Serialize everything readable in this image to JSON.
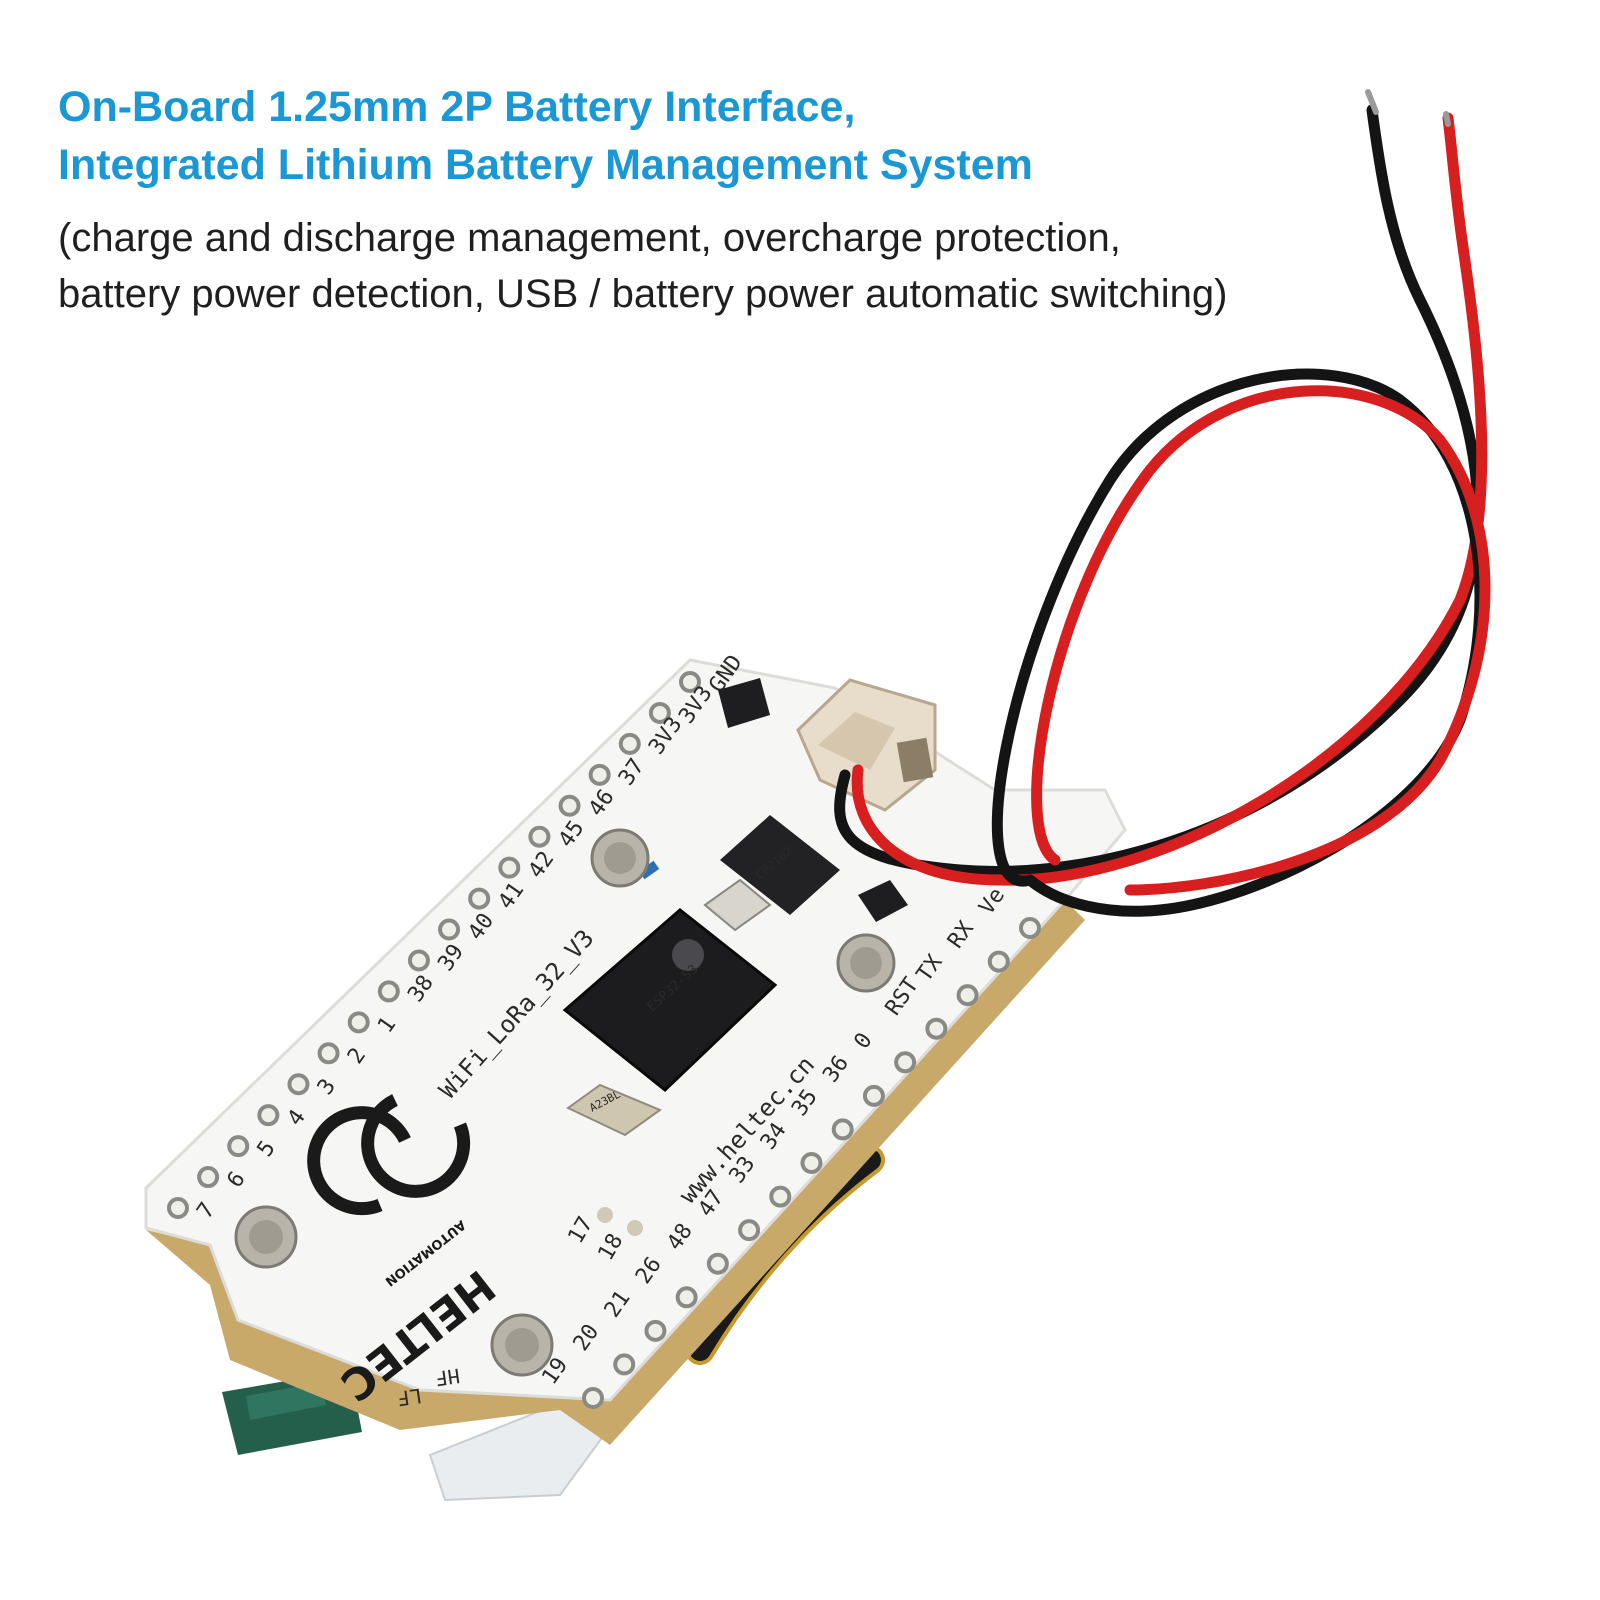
{
  "headline": {
    "line1": "On-Board 1.25mm 2P Battery Interface,",
    "line2": "Integrated Lithium Battery Management System"
  },
  "subtext": {
    "line1": "(charge and discharge management, overcharge protection,",
    "line2": "battery power detection, USB / battery power automatic switching)"
  },
  "board": {
    "model": "WiFi_LoRa_32_V3",
    "website": "www.heltec.cn",
    "brand": "HELTEC",
    "brand_sub": "AUTOMATION",
    "mcu_label": "ESP32-S3",
    "usb_chip_label": "CP2102",
    "crystal_label": "A23BL",
    "antenna_labels": [
      "LF",
      "HF"
    ],
    "left_pins": [
      "7",
      "6",
      "5",
      "4",
      "3",
      "2",
      "1",
      "38",
      "39",
      "40",
      "41",
      "42",
      "45",
      "46",
      "37",
      "3V3",
      "3V3",
      "GND"
    ],
    "right_pins": [
      "19",
      "20",
      "21",
      "26",
      "48",
      "47",
      "33",
      "34",
      "35",
      "36",
      "0",
      "RST",
      "TX",
      "RX",
      "Ve"
    ],
    "pad_labels": [
      "17",
      "18"
    ]
  },
  "colors": {
    "accent": "#1a98d5",
    "wire_red": "#d81f1f",
    "wire_black": "#141414",
    "pcb": "#f6f6f4"
  }
}
